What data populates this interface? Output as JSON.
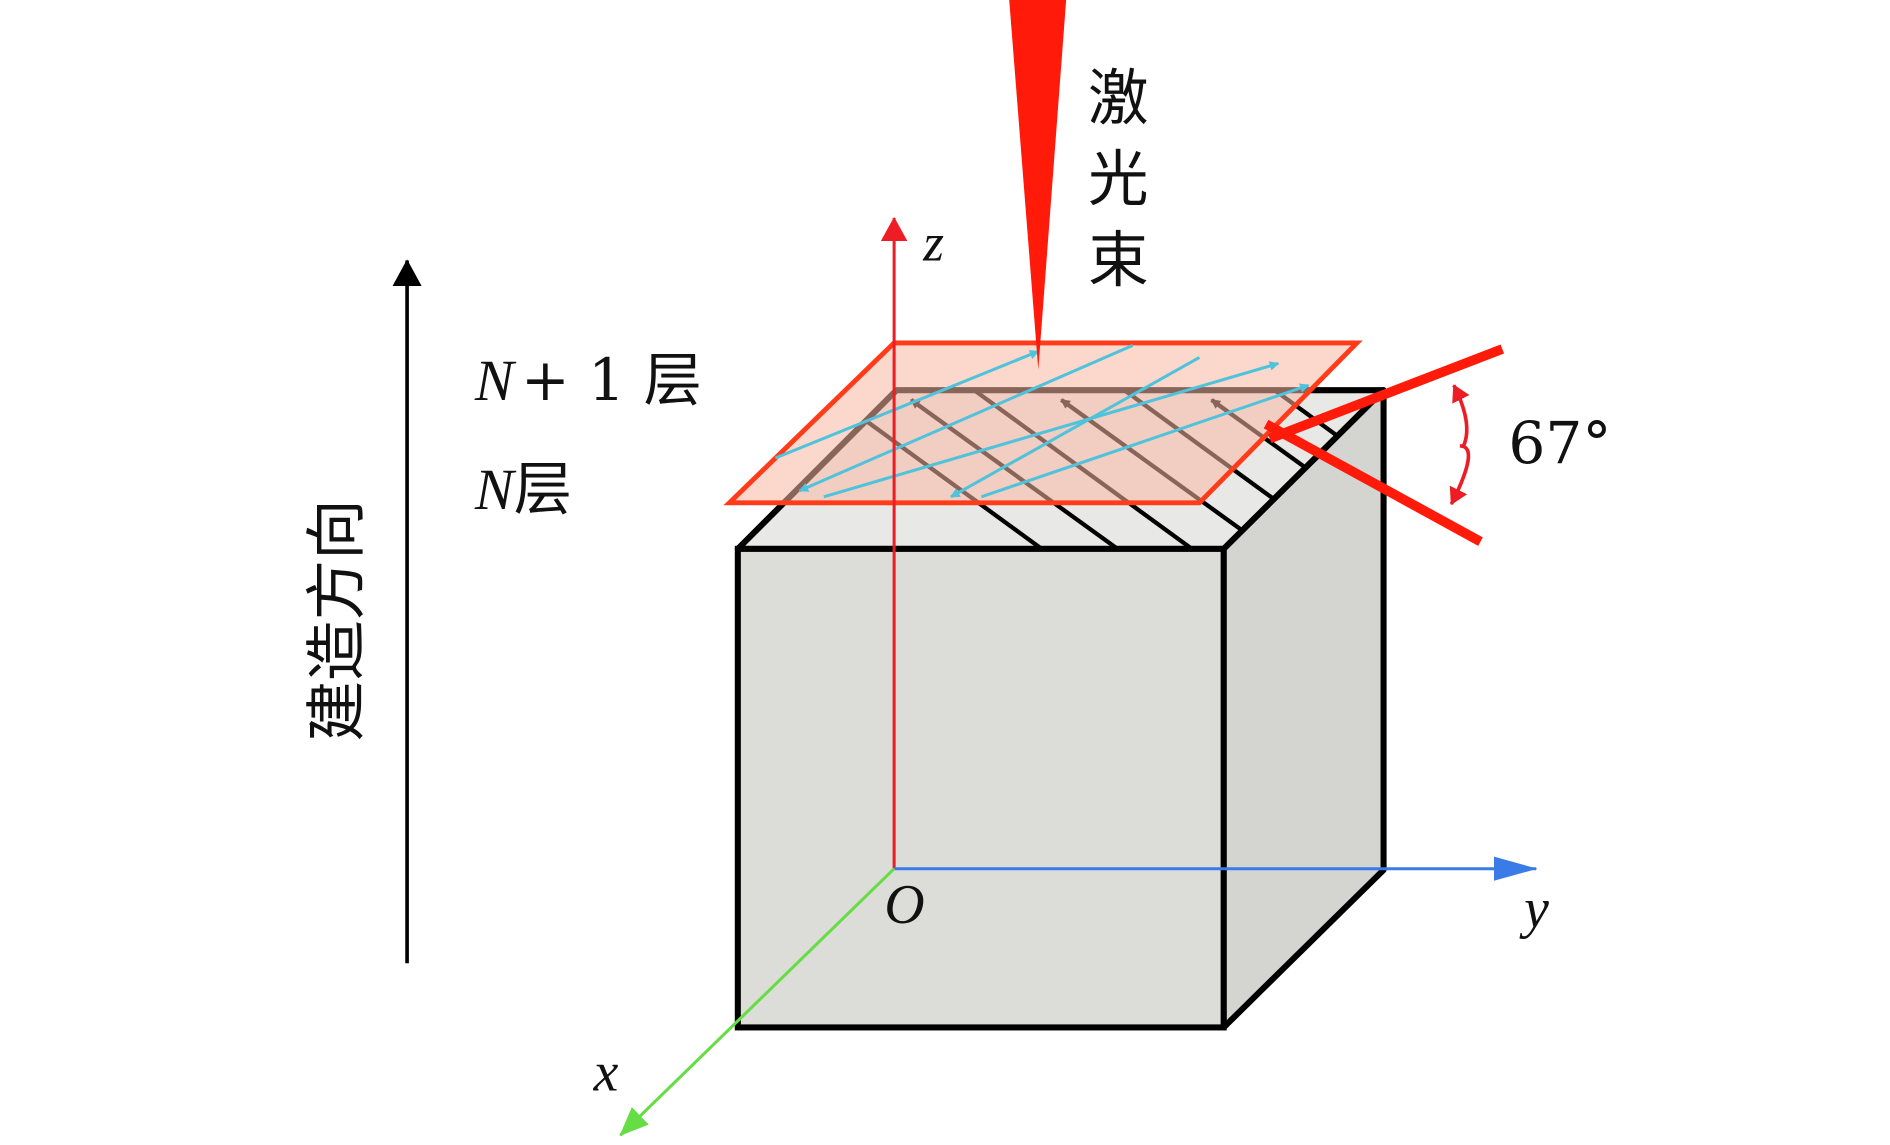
{
  "labels": {
    "laser": [
      "激",
      "光",
      "束"
    ],
    "z_axis": "z",
    "y_axis": "y",
    "x_axis": "x",
    "origin": "O",
    "layer_n1_var": "N",
    "layer_n1_rest": "+ 1 层",
    "layer_n_var": "N",
    "layer_n_rest": "层",
    "build_direction": "建造方向",
    "angle": "67°"
  },
  "colors": {
    "laser": "#ff1a0a",
    "z_axis": "#ee1c24",
    "y_axis": "#3b7be8",
    "x_axis": "#66dd44",
    "scan_n": "#000000",
    "scan_n1": "#4fc3dc",
    "plane_fill": "#f9b7a3",
    "cube": "#dcdcd8"
  }
}
